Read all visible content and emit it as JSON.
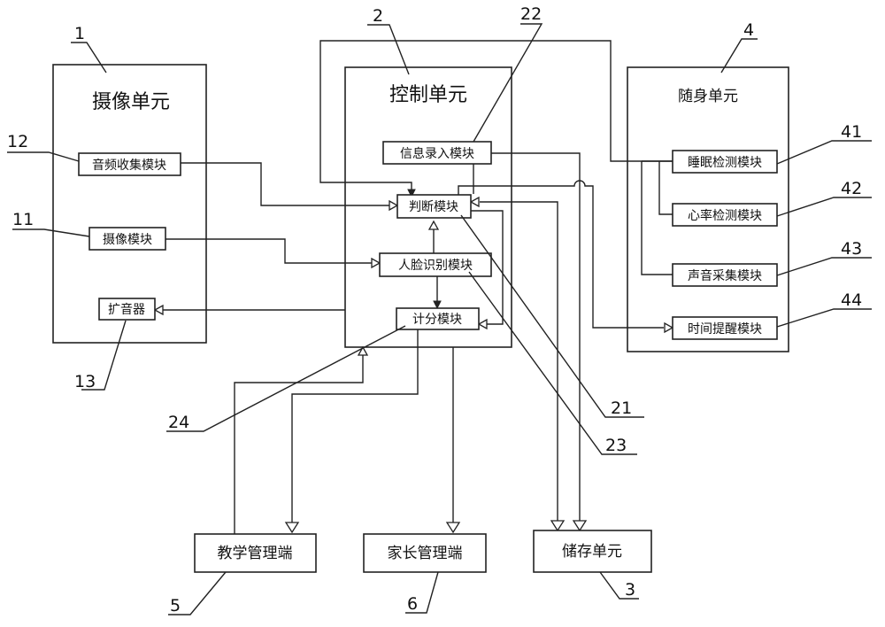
{
  "units": {
    "camera": {
      "title": "摄像单元",
      "ref": "1"
    },
    "control": {
      "title": "控制单元",
      "ref": "2"
    },
    "wearable": {
      "title": "随身单元",
      "ref": "4"
    }
  },
  "modules": {
    "audio_collect": {
      "label": "音频收集模块",
      "ref": "12"
    },
    "camera_module": {
      "label": "摄像模块",
      "ref": "11"
    },
    "speaker": {
      "label": "扩音器",
      "ref": "13"
    },
    "info_entry": {
      "label": "信息录入模块",
      "ref": "22"
    },
    "judgment": {
      "label": "判断模块",
      "ref": "21"
    },
    "face_recognition": {
      "label": "人脸识别模块",
      "ref": "23"
    },
    "scoring": {
      "label": "计分模块",
      "ref": "24"
    },
    "sleep_detect": {
      "label": "睡眠检测模块",
      "ref": "41"
    },
    "heart_rate": {
      "label": "心率检测模块",
      "ref": "42"
    },
    "sound_capture": {
      "label": "声音采集模块",
      "ref": "43"
    },
    "time_reminder": {
      "label": "时间提醒模块",
      "ref": "44"
    }
  },
  "terminals": {
    "teaching": {
      "label": "教学管理端",
      "ref": "5"
    },
    "parent": {
      "label": "家长管理端",
      "ref": "6"
    },
    "storage": {
      "label": "储存单元",
      "ref": "3"
    }
  }
}
